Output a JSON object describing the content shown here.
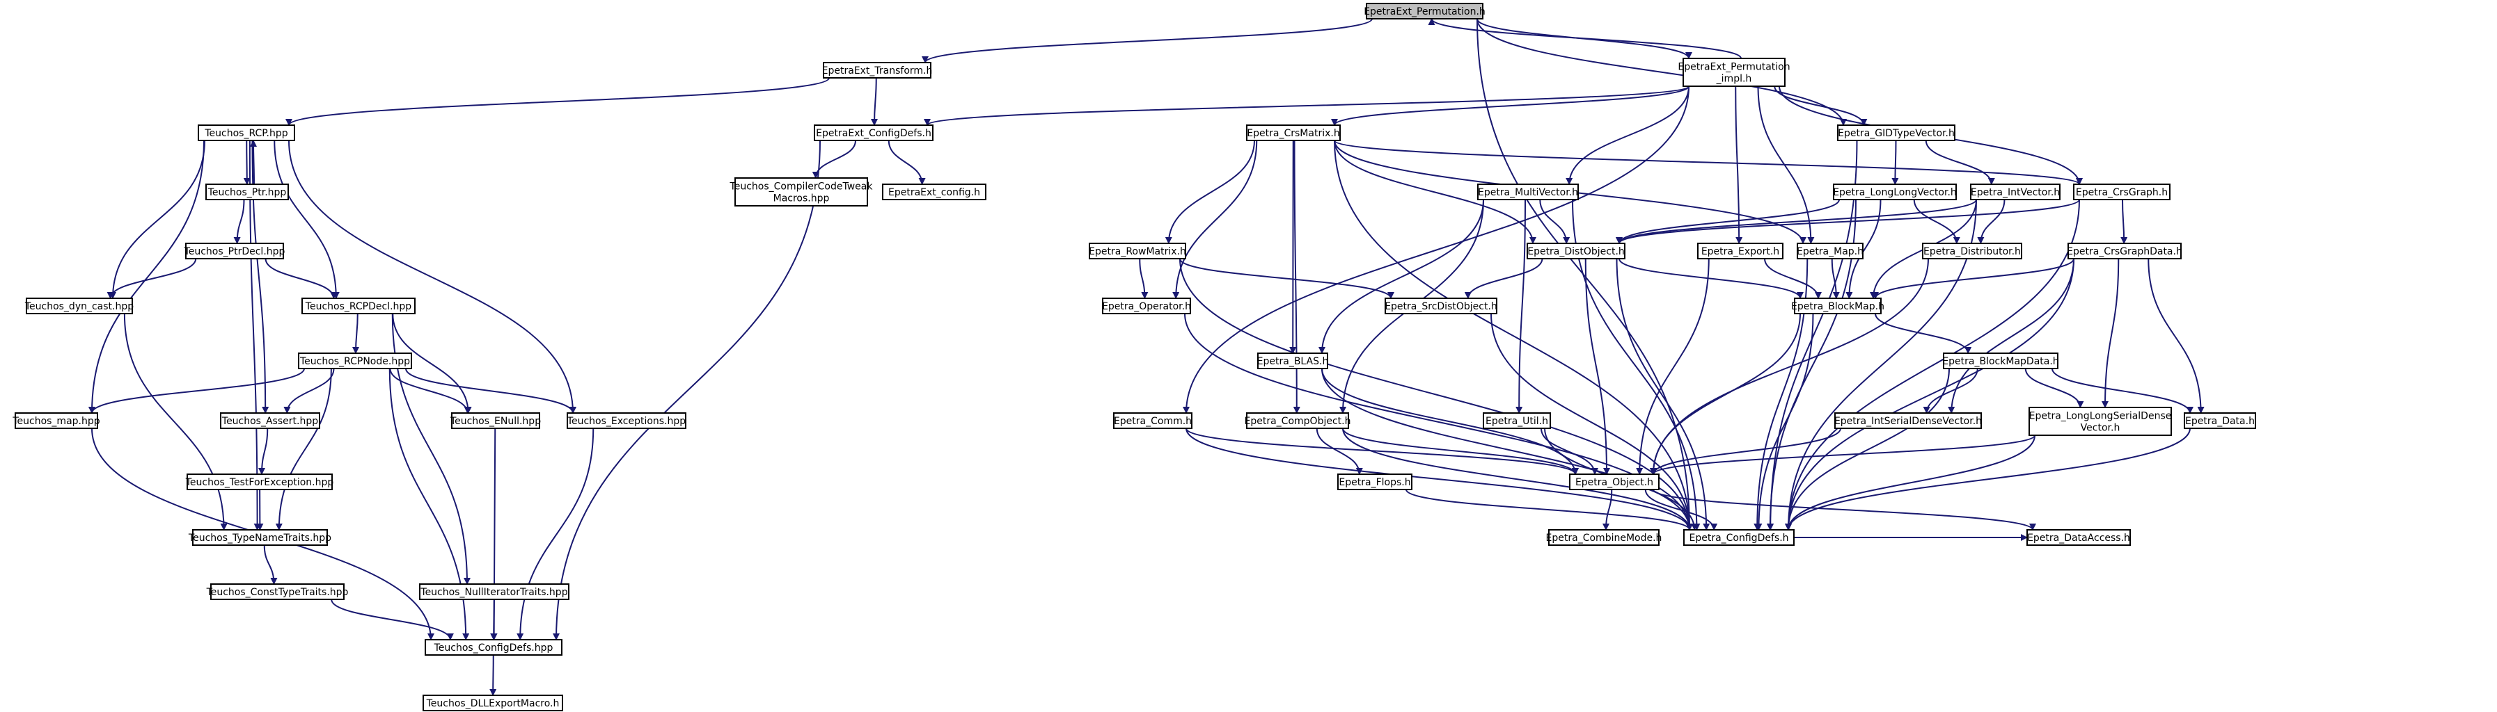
{
  "colors": {
    "edge": "#191970",
    "node_fill": "#ffffff",
    "node_border": "#000000",
    "highlight_fill": "#bfbfbf",
    "incomplete_border": "#ff0000",
    "external_border": "#bfbfbf",
    "external_text": "#7f7f7f"
  },
  "nodes": [
    {
      "id": "n_perm",
      "label": "EpetraExt_Permutation.h",
      "style": "highlight"
    },
    {
      "id": "n_transform",
      "label": "EpetraExt_Transform.h"
    },
    {
      "id": "n_permimpl",
      "label": "EpetraExt_Permutation\n_impl.h"
    },
    {
      "id": "n_rcp",
      "label": "Teuchos_RCP.hpp"
    },
    {
      "id": "n_confdefs",
      "label": "EpetraExt_ConfigDefs.h"
    },
    {
      "id": "n_crsmatrix",
      "label": "Epetra_CrsMatrix.h"
    },
    {
      "id": "n_gidtype",
      "label": "Epetra_GIDTypeVector.h"
    },
    {
      "id": "n_ptr",
      "label": "Teuchos_Ptr.hpp"
    },
    {
      "id": "n_compiler",
      "label": "Teuchos_CompilerCodeTweak\nMacros.hpp"
    },
    {
      "id": "n_epextconfig",
      "label": "EpetraExt_config.h",
      "style": "external"
    },
    {
      "id": "n_multivec",
      "label": "Epetra_MultiVector.h"
    },
    {
      "id": "n_longlongvec",
      "label": "Epetra_LongLongVector.h"
    },
    {
      "id": "n_intvec",
      "label": "Epetra_IntVector.h"
    },
    {
      "id": "n_crsgraph",
      "label": "Epetra_CrsGraph.h"
    },
    {
      "id": "n_ptrdecl",
      "label": "Teuchos_PtrDecl.hpp"
    },
    {
      "id": "n_rowmatrix",
      "label": "Epetra_RowMatrix.h"
    },
    {
      "id": "n_distobj",
      "label": "Epetra_DistObject.h"
    },
    {
      "id": "n_export",
      "label": "Epetra_Export.h"
    },
    {
      "id": "n_map",
      "label": "Epetra_Map.h"
    },
    {
      "id": "n_distributor",
      "label": "Epetra_Distributor.h"
    },
    {
      "id": "n_crsgraphdata",
      "label": "Epetra_CrsGraphData.h"
    },
    {
      "id": "n_dyncast",
      "label": "Teuchos_dyn_cast.hpp"
    },
    {
      "id": "n_rcpdecl",
      "label": "Teuchos_RCPDecl.hpp"
    },
    {
      "id": "n_operator",
      "label": "Epetra_Operator.h"
    },
    {
      "id": "n_srcdist",
      "label": "Epetra_SrcDistObject.h"
    },
    {
      "id": "n_blockmap",
      "label": "Epetra_BlockMap.h"
    },
    {
      "id": "n_rcpnode",
      "label": "Teuchos_RCPNode.hpp",
      "style": "incomplete"
    },
    {
      "id": "n_blas",
      "label": "Epetra_BLAS.h"
    },
    {
      "id": "n_blockmapdata",
      "label": "Epetra_BlockMapData.h"
    },
    {
      "id": "n_tmap",
      "label": "Teuchos_map.hpp"
    },
    {
      "id": "n_assert",
      "label": "Teuchos_Assert.hpp"
    },
    {
      "id": "n_enull",
      "label": "Teuchos_ENull.hpp"
    },
    {
      "id": "n_exceptions",
      "label": "Teuchos_Exceptions.hpp"
    },
    {
      "id": "n_comm",
      "label": "Epetra_Comm.h"
    },
    {
      "id": "n_compobj",
      "label": "Epetra_CompObject.h"
    },
    {
      "id": "n_util",
      "label": "Epetra_Util.h"
    },
    {
      "id": "n_intserial",
      "label": "Epetra_IntSerialDenseVector.h",
      "style": "incomplete"
    },
    {
      "id": "n_llserial",
      "label": "Epetra_LongLongSerialDense\nVector.h",
      "style": "incomplete"
    },
    {
      "id": "n_data",
      "label": "Epetra_Data.h"
    },
    {
      "id": "n_testforexc",
      "label": "Teuchos_TestForException.hpp",
      "style": "incomplete"
    },
    {
      "id": "n_object",
      "label": "Epetra_Object.h"
    },
    {
      "id": "n_flops",
      "label": "Epetra_Flops.h"
    },
    {
      "id": "n_typename",
      "label": "Teuchos_TypeNameTraits.hpp"
    },
    {
      "id": "n_combinemode",
      "label": "Epetra_CombineMode.h"
    },
    {
      "id": "n_epconfigdefs",
      "label": "Epetra_ConfigDefs.h"
    },
    {
      "id": "n_dataaccess",
      "label": "Epetra_DataAccess.h"
    },
    {
      "id": "n_consttype",
      "label": "Teuchos_ConstTypeTraits.hpp"
    },
    {
      "id": "n_nulliter",
      "label": "Teuchos_NullIteratorTraits.hpp"
    },
    {
      "id": "n_tconfigdefs",
      "label": "Teuchos_ConfigDefs.hpp"
    },
    {
      "id": "n_dllexport",
      "label": "Teuchos_DLLExportMacro.h"
    }
  ],
  "edges": [
    [
      "n_perm",
      "n_transform"
    ],
    [
      "n_perm",
      "n_permimpl"
    ],
    [
      "n_perm",
      "n_gidtype"
    ],
    [
      "n_perm",
      "n_epconfigdefs"
    ],
    [
      "n_transform",
      "n_rcp"
    ],
    [
      "n_transform",
      "n_confdefs"
    ],
    [
      "n_permimpl",
      "n_perm"
    ],
    [
      "n_permimpl",
      "n_confdefs"
    ],
    [
      "n_permimpl",
      "n_crsmatrix"
    ],
    [
      "n_permimpl",
      "n_gidtype"
    ],
    [
      "n_permimpl",
      "n_multivec"
    ],
    [
      "n_permimpl",
      "n_crsgraph"
    ],
    [
      "n_permimpl",
      "n_export"
    ],
    [
      "n_permimpl",
      "n_map"
    ],
    [
      "n_permimpl",
      "n_comm"
    ],
    [
      "n_rcp",
      "n_ptr"
    ],
    [
      "n_rcp",
      "n_dyncast"
    ],
    [
      "n_rcp",
      "n_rcpdecl"
    ],
    [
      "n_rcp",
      "n_tmap"
    ],
    [
      "n_rcp",
      "n_assert"
    ],
    [
      "n_rcp",
      "n_exceptions"
    ],
    [
      "n_rcp",
      "n_typename"
    ],
    [
      "n_ptr",
      "n_rcp"
    ],
    [
      "n_ptr",
      "n_ptrdecl"
    ],
    [
      "n_ptrdecl",
      "n_dyncast"
    ],
    [
      "n_ptrdecl",
      "n_rcpdecl"
    ],
    [
      "n_rcpdecl",
      "n_rcpnode"
    ],
    [
      "n_rcpdecl",
      "n_enull"
    ],
    [
      "n_rcpdecl",
      "n_nulliter"
    ],
    [
      "n_rcpnode",
      "n_tmap"
    ],
    [
      "n_rcpnode",
      "n_assert"
    ],
    [
      "n_rcpnode",
      "n_enull"
    ],
    [
      "n_rcpnode",
      "n_exceptions"
    ],
    [
      "n_rcpnode",
      "n_typename"
    ],
    [
      "n_rcpnode",
      "n_tconfigdefs"
    ],
    [
      "n_dyncast",
      "n_typename"
    ],
    [
      "n_assert",
      "n_testforexc"
    ],
    [
      "n_testforexc",
      "n_typename"
    ],
    [
      "n_typename",
      "n_consttype"
    ],
    [
      "n_consttype",
      "n_tconfigdefs"
    ],
    [
      "n_tmap",
      "n_tconfigdefs"
    ],
    [
      "n_enull",
      "n_tconfigdefs"
    ],
    [
      "n_exceptions",
      "n_tconfigdefs"
    ],
    [
      "n_nulliter",
      "n_tconfigdefs"
    ],
    [
      "n_tconfigdefs",
      "n_dllexport"
    ],
    [
      "n_confdefs",
      "n_compiler"
    ],
    [
      "n_confdefs",
      "n_epextconfig"
    ],
    [
      "n_confdefs",
      "n_tconfigdefs"
    ],
    [
      "n_crsmatrix",
      "n_crsgraph"
    ],
    [
      "n_crsmatrix",
      "n_distobj"
    ],
    [
      "n_crsmatrix",
      "n_rowmatrix"
    ],
    [
      "n_crsmatrix",
      "n_operator"
    ],
    [
      "n_crsmatrix",
      "n_blas"
    ],
    [
      "n_crsmatrix",
      "n_compobj"
    ],
    [
      "n_crsmatrix",
      "n_map"
    ],
    [
      "n_crsmatrix",
      "n_epconfigdefs"
    ],
    [
      "n_gidtype",
      "n_longlongvec"
    ],
    [
      "n_gidtype",
      "n_intvec"
    ],
    [
      "n_gidtype",
      "n_epconfigdefs"
    ],
    [
      "n_multivec",
      "n_distobj"
    ],
    [
      "n_multivec",
      "n_blas"
    ],
    [
      "n_multivec",
      "n_compobj"
    ],
    [
      "n_multivec",
      "n_util"
    ],
    [
      "n_multivec",
      "n_epconfigdefs"
    ],
    [
      "n_longlongvec",
      "n_distobj"
    ],
    [
      "n_longlongvec",
      "n_blockmap"
    ],
    [
      "n_longlongvec",
      "n_distributor"
    ],
    [
      "n_longlongvec",
      "n_epconfigdefs"
    ],
    [
      "n_intvec",
      "n_distobj"
    ],
    [
      "n_intvec",
      "n_blockmap"
    ],
    [
      "n_intvec",
      "n_distributor"
    ],
    [
      "n_intvec",
      "n_epconfigdefs"
    ],
    [
      "n_crsgraph",
      "n_distobj"
    ],
    [
      "n_crsgraph",
      "n_crsgraphdata"
    ],
    [
      "n_crsgraph",
      "n_epconfigdefs"
    ],
    [
      "n_rowmatrix",
      "n_operator"
    ],
    [
      "n_rowmatrix",
      "n_srcdist"
    ],
    [
      "n_rowmatrix",
      "n_epconfigdefs"
    ],
    [
      "n_distobj",
      "n_srcdist"
    ],
    [
      "n_distobj",
      "n_blockmap"
    ],
    [
      "n_distobj",
      "n_object"
    ],
    [
      "n_distobj",
      "n_epconfigdefs"
    ],
    [
      "n_export",
      "n_blockmap"
    ],
    [
      "n_export",
      "n_object"
    ],
    [
      "n_map",
      "n_blockmap"
    ],
    [
      "n_map",
      "n_epconfigdefs"
    ],
    [
      "n_distributor",
      "n_object"
    ],
    [
      "n_crsgraphdata",
      "n_blockmap"
    ],
    [
      "n_crsgraphdata",
      "n_intserial"
    ],
    [
      "n_crsgraphdata",
      "n_llserial"
    ],
    [
      "n_crsgraphdata",
      "n_data"
    ],
    [
      "n_crsgraphdata",
      "n_epconfigdefs"
    ],
    [
      "n_operator",
      "n_epconfigdefs"
    ],
    [
      "n_srcdist",
      "n_epconfigdefs"
    ],
    [
      "n_blockmap",
      "n_blockmapdata"
    ],
    [
      "n_blockmap",
      "n_object"
    ],
    [
      "n_blockmap",
      "n_epconfigdefs"
    ],
    [
      "n_blockmapdata",
      "n_intserial"
    ],
    [
      "n_blockmapdata",
      "n_llserial"
    ],
    [
      "n_blockmapdata",
      "n_data"
    ],
    [
      "n_blockmapdata",
      "n_epconfigdefs"
    ],
    [
      "n_blas",
      "n_object"
    ],
    [
      "n_blas",
      "n_epconfigdefs"
    ],
    [
      "n_comm",
      "n_object"
    ],
    [
      "n_comm",
      "n_epconfigdefs"
    ],
    [
      "n_compobj",
      "n_flops"
    ],
    [
      "n_compobj",
      "n_object"
    ],
    [
      "n_compobj",
      "n_epconfigdefs"
    ],
    [
      "n_util",
      "n_object"
    ],
    [
      "n_util",
      "n_epconfigdefs"
    ],
    [
      "n_intserial",
      "n_object"
    ],
    [
      "n_llserial",
      "n_object"
    ],
    [
      "n_llserial",
      "n_epconfigdefs"
    ],
    [
      "n_data",
      "n_epconfigdefs"
    ],
    [
      "n_object",
      "n_combinemode"
    ],
    [
      "n_object",
      "n_epconfigdefs"
    ],
    [
      "n_object",
      "n_dataaccess"
    ],
    [
      "n_flops",
      "n_epconfigdefs"
    ],
    [
      "n_epconfigdefs",
      "n_dataaccess"
    ]
  ]
}
